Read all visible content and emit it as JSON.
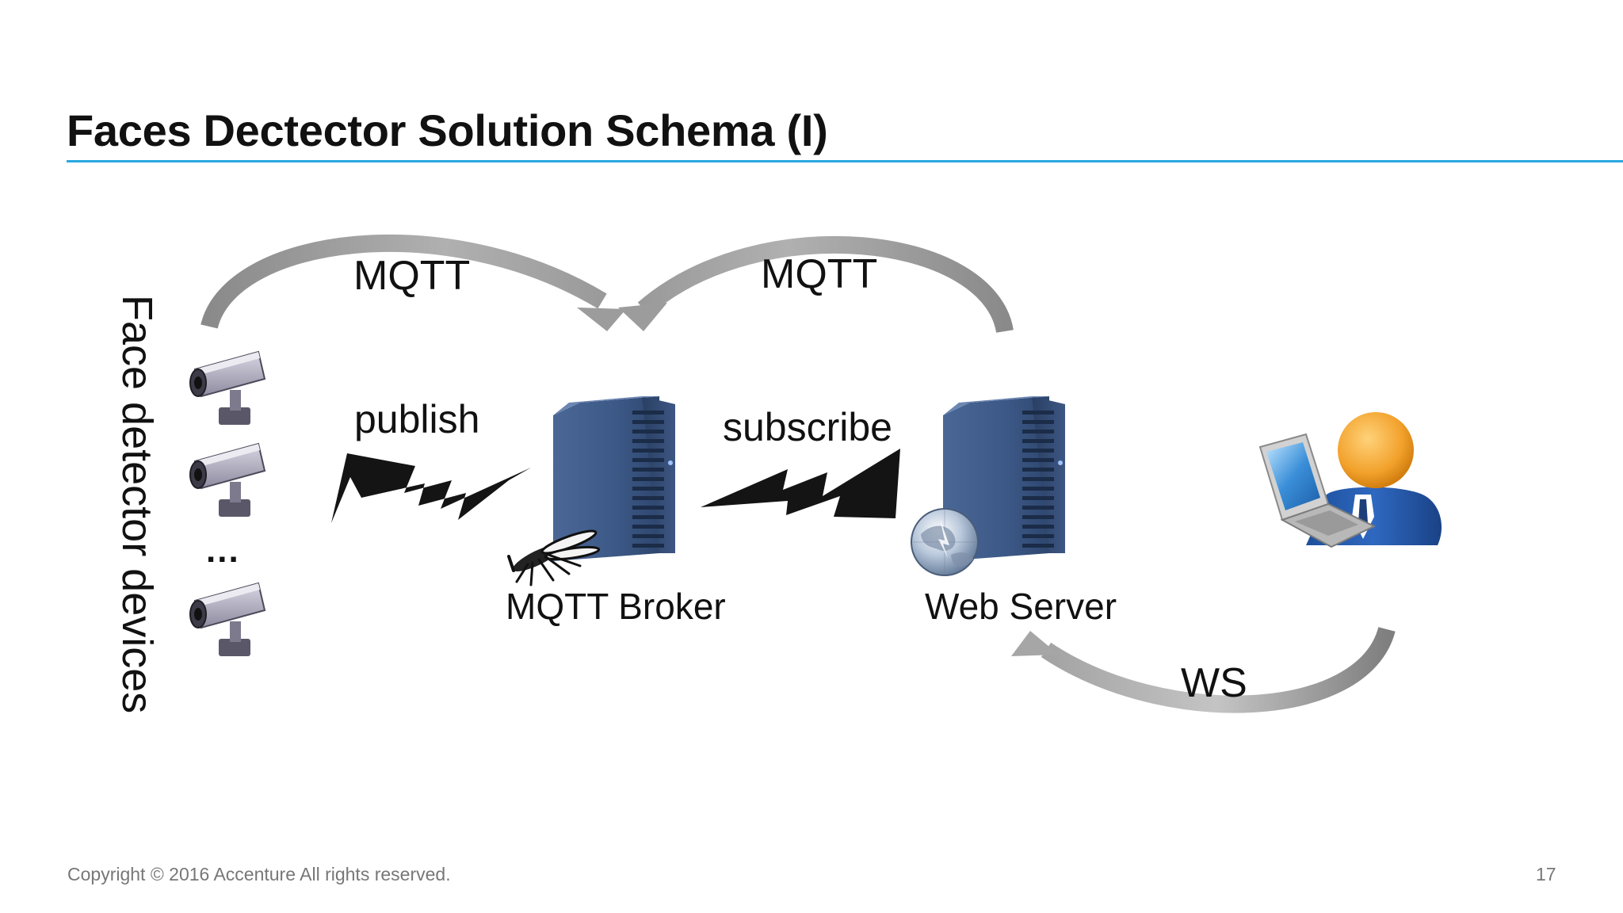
{
  "slide": {
    "title": "Faces Dectector Solution Schema (I)",
    "accent_color": "#29a8e0"
  },
  "diagram": {
    "devices_label": "Face detector devices",
    "devices_ellipsis": "...",
    "arrow_left_label": "MQTT",
    "arrow_right_label": "MQTT",
    "publish_label": "publish",
    "subscribe_label": "subscribe",
    "broker_label": "MQTT Broker",
    "webserver_label": "Web Server",
    "ws_label": "WS",
    "icons": {
      "camera": "security-camera-icon",
      "server": "server-tower-icon",
      "mosquitto": "mosquito-icon",
      "globe": "globe-icon",
      "user": "user-with-laptop-icon",
      "lightning": "lightning-bolt-icon"
    }
  },
  "footer": {
    "copyright": "Copyright © 2016 Accenture  All rights reserved.",
    "page_number": "17"
  }
}
